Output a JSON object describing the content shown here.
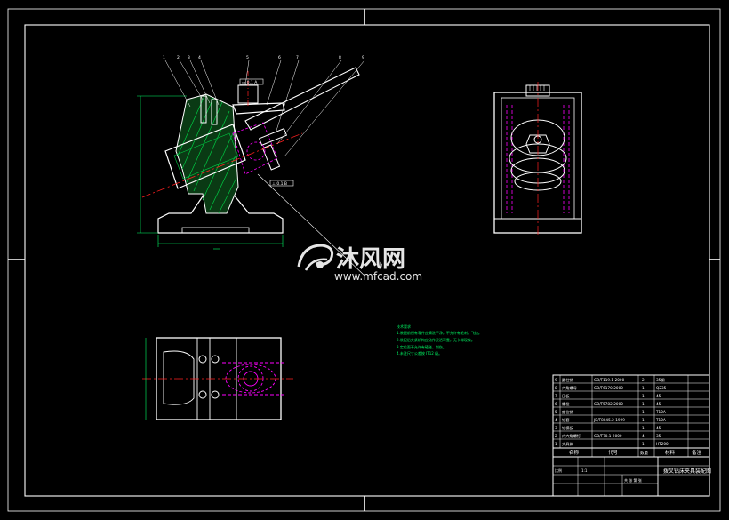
{
  "colors": {
    "background": "#000000",
    "frame": "#ffffff",
    "outline": "#ffffff",
    "hatch": "#00cc44",
    "center_line": "#ff2020",
    "hidden": "#ff00ff",
    "dimension": "#00ff66",
    "callout": "#ffff00",
    "bolt": "#ffffff"
  },
  "part_numbers": [
    "1",
    "2",
    "3",
    "4",
    "5",
    "6",
    "7",
    "8",
    "9"
  ],
  "tolerance_boxes": [
    "▭ 0.1 A",
    "⊥ 0.1 B"
  ],
  "notes_title": "技术要求",
  "notes_lines": [
    "1.装配前所有零件应清洗干净，不允许有毛刺、飞边。",
    "2.装配后夹紧机构应动作灵活可靠，无卡滞现象。",
    "3.定位面不允许有磕碰、划伤。",
    "4.未注尺寸公差按 IT12 级。"
  ],
  "parts_table": [
    {
      "no": "9",
      "name": "圆柱销",
      "code": "GB/T119.1-2000",
      "qty": "2",
      "material": "35钢"
    },
    {
      "no": "8",
      "name": "六角螺母",
      "code": "GB/T6170-2000",
      "qty": "1",
      "material": "Q235"
    },
    {
      "no": "7",
      "name": "压板",
      "code": "",
      "qty": "1",
      "material": "45"
    },
    {
      "no": "6",
      "name": "螺栓",
      "code": "GB/T5782-2000",
      "qty": "1",
      "material": "45"
    },
    {
      "no": "5",
      "name": "定位销",
      "code": "",
      "qty": "1",
      "material": "T10A"
    },
    {
      "no": "4",
      "name": "钻套",
      "code": "JB/T8045.2-1999",
      "qty": "1",
      "material": "T10A"
    },
    {
      "no": "3",
      "name": "钻模板",
      "code": "",
      "qty": "1",
      "material": "45"
    },
    {
      "no": "2",
      "name": "内六角螺钉",
      "code": "GB/T70.1-2000",
      "qty": "4",
      "material": "35"
    },
    {
      "no": "1",
      "name": "夹具体",
      "code": "",
      "qty": "1",
      "material": "HT200"
    }
  ],
  "header_row": {
    "name": "名称",
    "code": "代号",
    "qty": "数量",
    "material": "材料",
    "remark": "备注"
  },
  "title_block": {
    "drawing_title": "拨叉钻床夹具装配图",
    "scale_label": "比例",
    "scale": "1:1",
    "sheet_label": "共 张 第 张"
  },
  "watermark": {
    "cn": "沐风网",
    "en": "www.mfcad.com"
  }
}
